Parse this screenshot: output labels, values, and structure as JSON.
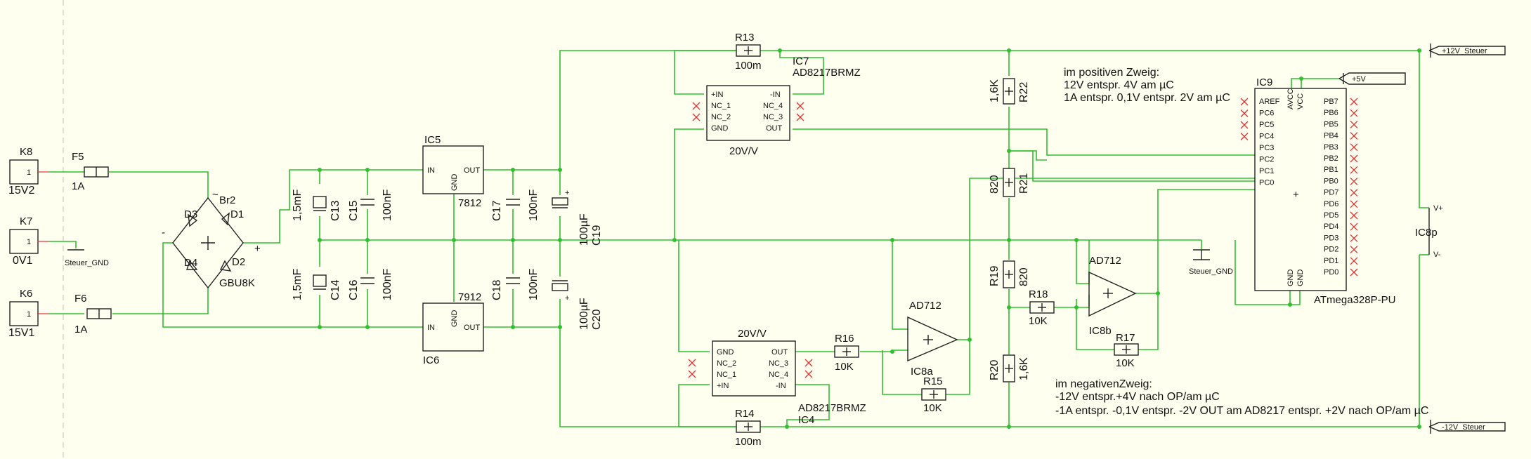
{
  "connectors": {
    "k8": {
      "name": "K8",
      "pin": "1",
      "value": "15V2"
    },
    "k7": {
      "name": "K7",
      "pin": "1",
      "value": "0V1"
    },
    "k6": {
      "name": "K6",
      "pin": "1",
      "value": "15V1"
    }
  },
  "fuses": {
    "f5": {
      "name": "F5",
      "value": "1A"
    },
    "f6": {
      "name": "F6",
      "value": "1A"
    }
  },
  "bridge": {
    "name": "Br2",
    "value": "GBU8K",
    "d1": "D1",
    "d2": "D2",
    "d3": "D3",
    "d4": "D4",
    "plus": "+",
    "minus": "-",
    "tilde": "~"
  },
  "gnd_labels": {
    "left": "Steuer_GND",
    "right": "Steuer_GND"
  },
  "caps": {
    "c13": {
      "name": "C13",
      "value": "1,5mF"
    },
    "c14": {
      "name": "C14",
      "value": "1,5mF"
    },
    "c15": {
      "name": "C15",
      "value": "100nF"
    },
    "c16": {
      "name": "C16",
      "value": "100nF"
    },
    "c17": {
      "name": "C17",
      "value": "100nF"
    },
    "c18": {
      "name": "C18",
      "value": "100nF"
    },
    "c19": {
      "name": "C19",
      "value": "100µF"
    },
    "c20": {
      "name": "C20",
      "value": "100µF"
    }
  },
  "regulators": {
    "ic5": {
      "name": "IC5",
      "value": "7812",
      "in": "IN",
      "gnd": "GND",
      "out": "OUT"
    },
    "ic6": {
      "name": "IC6",
      "value": "7912",
      "in": "IN",
      "gnd": "GND",
      "out": "OUT"
    }
  },
  "sense_amps": {
    "ic7": {
      "name": "IC7",
      "value": "AD8217BRMZ",
      "gain": "20V/V",
      "pins": [
        "+IN",
        "NC_1",
        "NC_2",
        "GND",
        "-IN",
        "NC_4",
        "NC_3",
        "OUT"
      ]
    },
    "ic4": {
      "name": "IC4",
      "value": "AD8217BRMZ",
      "gain": "20V/V",
      "pins": [
        "GND",
        "NC_2",
        "NC_1",
        "+IN",
        "OUT",
        "NC_3",
        "NC_4",
        "-IN"
      ]
    }
  },
  "resistors": {
    "r13": {
      "name": "R13",
      "value": "100m"
    },
    "r14": {
      "name": "R14",
      "value": "100m"
    },
    "r15": {
      "name": "R15",
      "value": "10K"
    },
    "r16": {
      "name": "R16",
      "value": "10K"
    },
    "r17": {
      "name": "R17",
      "value": "10K"
    },
    "r18": {
      "name": "R18",
      "value": "10K"
    },
    "r19": {
      "name": "R19",
      "value": "820"
    },
    "r20": {
      "name": "R20",
      "value": "1,6K"
    },
    "r21": {
      "name": "R21",
      "value": "820"
    },
    "r22": {
      "name": "R22",
      "value": "1,6K"
    }
  },
  "opamps": {
    "ic8a": {
      "name": "IC8a",
      "value": "AD712"
    },
    "ic8b": {
      "name": "IC8b",
      "value": "AD712"
    },
    "ic8p": {
      "name": "IC8p",
      "vplus": "V+",
      "vminus": "V-"
    }
  },
  "mcu": {
    "name": "IC9",
    "value": "ATmega328P-PU",
    "avcc": "AVCC",
    "vcc": "VCC",
    "gnd1": "GND",
    "gnd2": "GND",
    "left_pins": [
      "AREF",
      "PC6",
      "PC5",
      "PC4",
      "PC3",
      "PC2",
      "PC1",
      "PC0"
    ],
    "right_pins": [
      "PB7",
      "PB6",
      "PB5",
      "PB4",
      "PB3",
      "PB2",
      "PB1",
      "PB0",
      "PD7",
      "PD6",
      "PD5",
      "PD4",
      "PD3",
      "PD2",
      "PD1",
      "PD0"
    ]
  },
  "net_labels": {
    "plus12": "+12V_Steuer",
    "minus12": "-12V_Steuer",
    "plus5": "+5V"
  },
  "notes": {
    "pos_1": "im positiven Zweig:",
    "pos_2": "12V entspr. 4V am µC",
    "pos_3": "1A entspr. 0,1V entspr. 2V am µC",
    "neg_1": "im negativenZweig:",
    "neg_2": "-12V entspr.+4V nach OP/am µC",
    "neg_3": "-1A entspr. -0,1V entspr. -2V OUT am AD8217 entspr. +2V nach OP/am µC"
  }
}
